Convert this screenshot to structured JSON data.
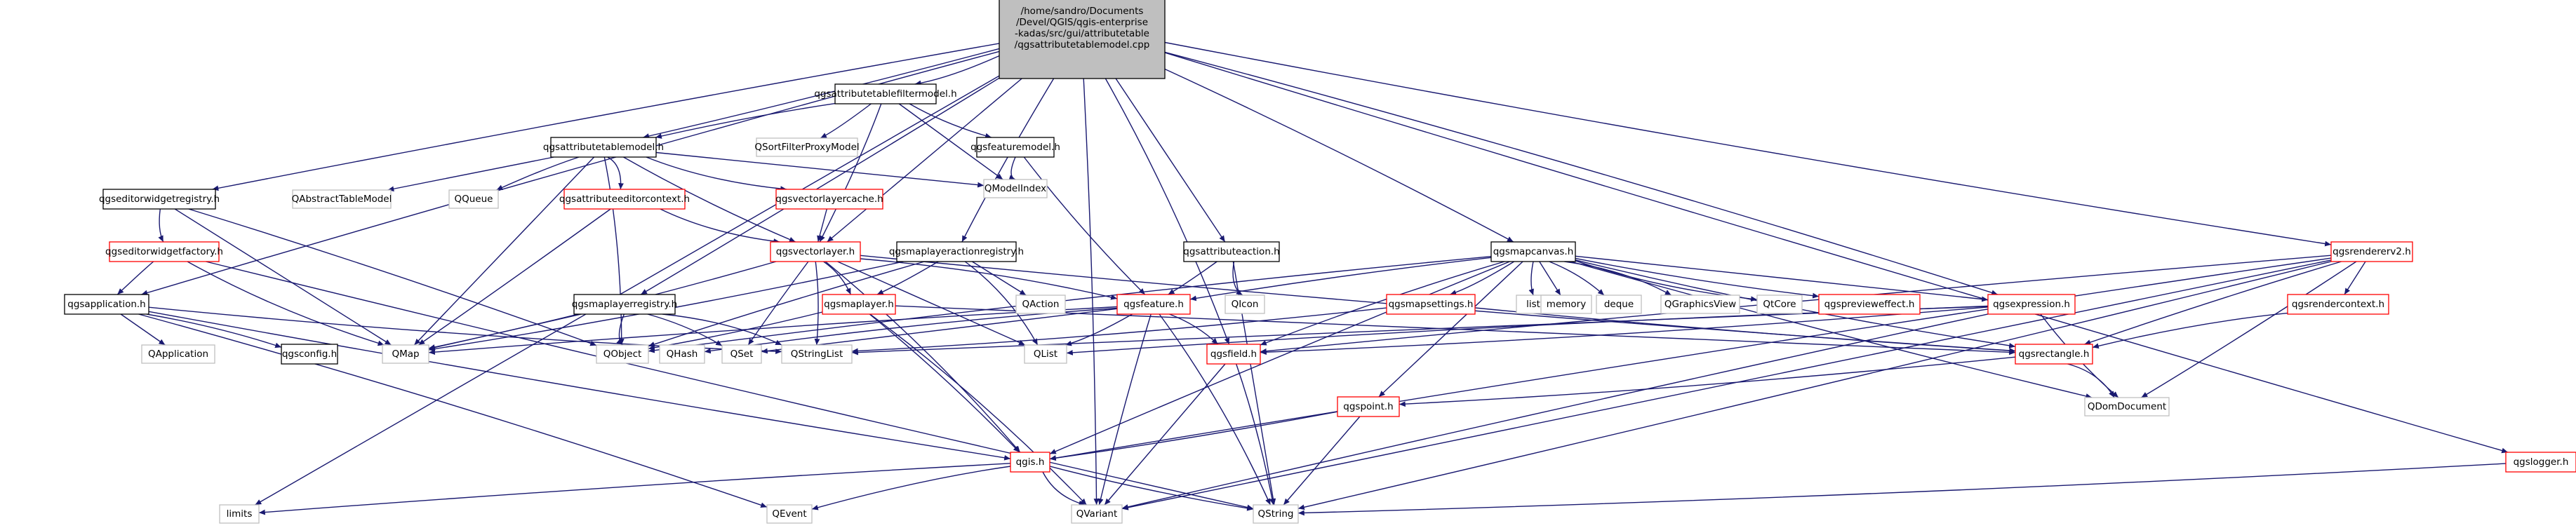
{
  "colors": {
    "edge": "#191970",
    "root_fill": "#bfbfbf",
    "root_border": "#000000",
    "documented_border": "#000000",
    "undocumented_border": "#ff0000",
    "external_border": "#bfbfbf",
    "node_fill": "#ffffff"
  },
  "nodes": [
    {
      "id": "root",
      "kind": "root",
      "lines": [
        "/home/sandro/Documents",
        "/Devel/QGIS/qgis-enterprise",
        "-kadas/src/gui/attributetable",
        "/qgsattributetablemodel.cpp"
      ]
    },
    {
      "id": "filtermodel",
      "kind": "documented",
      "lines": [
        "qgsattributetablefiltermodel.h"
      ]
    },
    {
      "id": "sortfilter",
      "kind": "external",
      "lines": [
        "QSortFilterProxyModel"
      ]
    },
    {
      "id": "featuremodel",
      "kind": "documented",
      "lines": [
        "qgsfeaturemodel.h"
      ]
    },
    {
      "id": "qmodelindex",
      "kind": "external",
      "lines": [
        "QModelIndex"
      ]
    },
    {
      "id": "tablemodel",
      "kind": "documented",
      "lines": [
        "qgsattributetablemodel.h"
      ]
    },
    {
      "id": "qabstracttable",
      "kind": "external",
      "lines": [
        "QAbstractTableModel"
      ]
    },
    {
      "id": "qqueue",
      "kind": "external",
      "lines": [
        "QQueue"
      ]
    },
    {
      "id": "editorcontext",
      "kind": "undocumented",
      "lines": [
        "qgsattributeeditorcontext.h"
      ]
    },
    {
      "id": "vlcache",
      "kind": "undocumented",
      "lines": [
        "qgsvectorlayercache.h"
      ]
    },
    {
      "id": "vectorlayer",
      "kind": "undocumented",
      "lines": [
        "qgsvectorlayer.h"
      ]
    },
    {
      "id": "editorwidgetregistry",
      "kind": "documented",
      "lines": [
        "qgseditorwidgetregistry.h"
      ]
    },
    {
      "id": "editorwidgetfactory",
      "kind": "undocumented",
      "lines": [
        "qgseditorwidgetfactory.h"
      ]
    },
    {
      "id": "application",
      "kind": "documented",
      "lines": [
        "qgsapplication.h"
      ]
    },
    {
      "id": "qapplication",
      "kind": "external",
      "lines": [
        "QApplication"
      ]
    },
    {
      "id": "config",
      "kind": "documented",
      "lines": [
        "qgsconfig.h"
      ]
    },
    {
      "id": "qmap",
      "kind": "external",
      "lines": [
        "QMap"
      ]
    },
    {
      "id": "actionregistry",
      "kind": "documented",
      "lines": [
        "qgsmaplayeractionregistry.h"
      ]
    },
    {
      "id": "qaction",
      "kind": "external",
      "lines": [
        "QAction"
      ]
    },
    {
      "id": "layerregistry",
      "kind": "documented",
      "lines": [
        "qgsmaplayerregistry.h"
      ]
    },
    {
      "id": "maplayer",
      "kind": "undocumented",
      "lines": [
        "qgsmaplayer.h"
      ]
    },
    {
      "id": "qobject",
      "kind": "external",
      "lines": [
        "QObject"
      ]
    },
    {
      "id": "qhash",
      "kind": "external",
      "lines": [
        "QHash"
      ]
    },
    {
      "id": "qset",
      "kind": "external",
      "lines": [
        "QSet"
      ]
    },
    {
      "id": "qstringlist",
      "kind": "external",
      "lines": [
        "QStringList"
      ]
    },
    {
      "id": "qlist",
      "kind": "external",
      "lines": [
        "QList"
      ]
    },
    {
      "id": "attributeaction",
      "kind": "documented",
      "lines": [
        "qgsattributeaction.h"
      ]
    },
    {
      "id": "qicon",
      "kind": "external",
      "lines": [
        "QIcon"
      ]
    },
    {
      "id": "feature",
      "kind": "undocumented",
      "lines": [
        "qgsfeature.h"
      ]
    },
    {
      "id": "mapcanvas",
      "kind": "documented",
      "lines": [
        "qgsmapcanvas.h"
      ]
    },
    {
      "id": "mapsettings",
      "kind": "undocumented",
      "lines": [
        "qgsmapsettings.h"
      ]
    },
    {
      "id": "list",
      "kind": "external",
      "lines": [
        "list"
      ]
    },
    {
      "id": "memory",
      "kind": "external",
      "lines": [
        "memory"
      ]
    },
    {
      "id": "deque",
      "kind": "external",
      "lines": [
        "deque"
      ]
    },
    {
      "id": "qgraphicsview",
      "kind": "external",
      "lines": [
        "QGraphicsView"
      ]
    },
    {
      "id": "qtcore",
      "kind": "external",
      "lines": [
        "QtCore"
      ]
    },
    {
      "id": "previeweffect",
      "kind": "undocumented",
      "lines": [
        "qgsprevieweffect.h"
      ]
    },
    {
      "id": "expression",
      "kind": "undocumented",
      "lines": [
        "qgsexpression.h"
      ]
    },
    {
      "id": "field",
      "kind": "undocumented",
      "lines": [
        "qgsfield.h"
      ]
    },
    {
      "id": "rectangle",
      "kind": "undocumented",
      "lines": [
        "qgsrectangle.h"
      ]
    },
    {
      "id": "point",
      "kind": "undocumented",
      "lines": [
        "qgspoint.h"
      ]
    },
    {
      "id": "qgis",
      "kind": "undocumented",
      "lines": [
        "qgis.h"
      ]
    },
    {
      "id": "limits",
      "kind": "external",
      "lines": [
        "limits"
      ]
    },
    {
      "id": "qevent",
      "kind": "external",
      "lines": [
        "QEvent"
      ]
    },
    {
      "id": "qvariant",
      "kind": "external",
      "lines": [
        "QVariant"
      ]
    },
    {
      "id": "qstring",
      "kind": "external",
      "lines": [
        "QString"
      ]
    },
    {
      "id": "qdomdocument",
      "kind": "external",
      "lines": [
        "QDomDocument"
      ]
    },
    {
      "id": "rendererv2",
      "kind": "undocumented",
      "lines": [
        "qgsrendererv2.h"
      ]
    },
    {
      "id": "rendercontext",
      "kind": "undocumented",
      "lines": [
        "qgsrendercontext.h"
      ]
    },
    {
      "id": "logger",
      "kind": "undocumented",
      "lines": [
        "qgslogger.h"
      ]
    }
  ],
  "edges": [
    [
      "root",
      "filtermodel"
    ],
    [
      "root",
      "tablemodel"
    ],
    [
      "root",
      "vectorlayer"
    ],
    [
      "root",
      "editorwidgetregistry"
    ],
    [
      "root",
      "application"
    ],
    [
      "root",
      "actionregistry"
    ],
    [
      "root",
      "layerregistry"
    ],
    [
      "root",
      "attributeaction"
    ],
    [
      "root",
      "mapcanvas"
    ],
    [
      "root",
      "expression"
    ],
    [
      "root",
      "rendererv2"
    ],
    [
      "root",
      "logger"
    ],
    [
      "root",
      "limits"
    ],
    [
      "root",
      "qvariant"
    ],
    [
      "root",
      "field"
    ],
    [
      "filtermodel",
      "sortfilter"
    ],
    [
      "filtermodel",
      "featuremodel"
    ],
    [
      "filtermodel",
      "qmodelindex"
    ],
    [
      "filtermodel",
      "tablemodel"
    ],
    [
      "filtermodel",
      "vectorlayer"
    ],
    [
      "featuremodel",
      "qmodelindex"
    ],
    [
      "featuremodel",
      "feature"
    ],
    [
      "tablemodel",
      "qabstracttable"
    ],
    [
      "tablemodel",
      "qqueue"
    ],
    [
      "tablemodel",
      "editorcontext"
    ],
    [
      "tablemodel",
      "vlcache"
    ],
    [
      "tablemodel",
      "vectorlayer"
    ],
    [
      "tablemodel",
      "qmodelindex"
    ],
    [
      "tablemodel",
      "qmap"
    ],
    [
      "tablemodel",
      "qobject"
    ],
    [
      "editorcontext",
      "vectorlayer"
    ],
    [
      "editorcontext",
      "qmap"
    ],
    [
      "vlcache",
      "vectorlayer"
    ],
    [
      "vectorlayer",
      "maplayer"
    ],
    [
      "vectorlayer",
      "feature"
    ],
    [
      "vectorlayer",
      "qmap"
    ],
    [
      "vectorlayer",
      "qset"
    ],
    [
      "vectorlayer",
      "qlist"
    ],
    [
      "vectorlayer",
      "qstringlist"
    ],
    [
      "vectorlayer",
      "qgis"
    ],
    [
      "vectorlayer",
      "rectangle"
    ],
    [
      "editorwidgetregistry",
      "editorwidgetfactory"
    ],
    [
      "editorwidgetregistry",
      "qmap"
    ],
    [
      "editorwidgetregistry",
      "qobject"
    ],
    [
      "editorwidgetfactory",
      "application"
    ],
    [
      "editorwidgetfactory",
      "qmap"
    ],
    [
      "editorwidgetfactory",
      "qstring"
    ],
    [
      "application",
      "qapplication"
    ],
    [
      "application",
      "config"
    ],
    [
      "application",
      "qevent"
    ],
    [
      "application",
      "qstringlist"
    ],
    [
      "application",
      "qgis"
    ],
    [
      "actionregistry",
      "qaction"
    ],
    [
      "actionregistry",
      "qobject"
    ],
    [
      "actionregistry",
      "qlist"
    ],
    [
      "actionregistry",
      "qmap"
    ],
    [
      "actionregistry",
      "maplayer"
    ],
    [
      "layerregistry",
      "qmap"
    ],
    [
      "layerregistry",
      "qset"
    ],
    [
      "layerregistry",
      "qstringlist"
    ],
    [
      "layerregistry",
      "qobject"
    ],
    [
      "maplayer",
      "qobject"
    ],
    [
      "maplayer",
      "rectangle"
    ],
    [
      "maplayer",
      "qgis"
    ],
    [
      "maplayer",
      "qvariant"
    ],
    [
      "attributeaction",
      "qicon"
    ],
    [
      "attributeaction",
      "feature"
    ],
    [
      "attributeaction",
      "qstring"
    ],
    [
      "feature",
      "qmap"
    ],
    [
      "feature",
      "qhash"
    ],
    [
      "feature",
      "qlist"
    ],
    [
      "feature",
      "qvariant"
    ],
    [
      "feature",
      "qset"
    ],
    [
      "feature",
      "field"
    ],
    [
      "feature",
      "qstring"
    ],
    [
      "mapcanvas",
      "mapsettings"
    ],
    [
      "mapcanvas",
      "list"
    ],
    [
      "mapcanvas",
      "memory"
    ],
    [
      "mapcanvas",
      "deque"
    ],
    [
      "mapcanvas",
      "qgraphicsview"
    ],
    [
      "mapcanvas",
      "qtcore"
    ],
    [
      "mapcanvas",
      "previeweffect"
    ],
    [
      "mapcanvas",
      "expression"
    ],
    [
      "mapcanvas",
      "feature"
    ],
    [
      "mapcanvas",
      "field"
    ],
    [
      "mapcanvas",
      "rectangle"
    ],
    [
      "mapcanvas",
      "qdomdocument"
    ],
    [
      "mapcanvas",
      "point"
    ],
    [
      "mapcanvas",
      "qgis"
    ],
    [
      "mapcanvas",
      "qobject"
    ],
    [
      "mapsettings",
      "qstringlist"
    ],
    [
      "mapsettings",
      "rectangle"
    ],
    [
      "expression",
      "qstringlist"
    ],
    [
      "expression",
      "qvariant"
    ],
    [
      "expression",
      "qlist"
    ],
    [
      "expression",
      "field"
    ],
    [
      "expression",
      "qdomdocument"
    ],
    [
      "field",
      "qvariant"
    ],
    [
      "field",
      "qstring"
    ],
    [
      "rectangle",
      "qdomdocument"
    ],
    [
      "rectangle",
      "point"
    ],
    [
      "point",
      "qgis"
    ],
    [
      "point",
      "qstring"
    ],
    [
      "qgis",
      "limits"
    ],
    [
      "qgis",
      "qevent"
    ],
    [
      "qgis",
      "qvariant"
    ],
    [
      "qgis",
      "qstring"
    ],
    [
      "rendererv2",
      "rendercontext"
    ],
    [
      "rendererv2",
      "rectangle"
    ],
    [
      "rendererv2",
      "qgis"
    ],
    [
      "rendererv2",
      "qdomdocument"
    ],
    [
      "rendererv2",
      "qstring"
    ],
    [
      "rendererv2",
      "qvariant"
    ],
    [
      "rendererv2",
      "field"
    ],
    [
      "rendercontext",
      "rectangle"
    ],
    [
      "logger",
      "qstring"
    ]
  ]
}
